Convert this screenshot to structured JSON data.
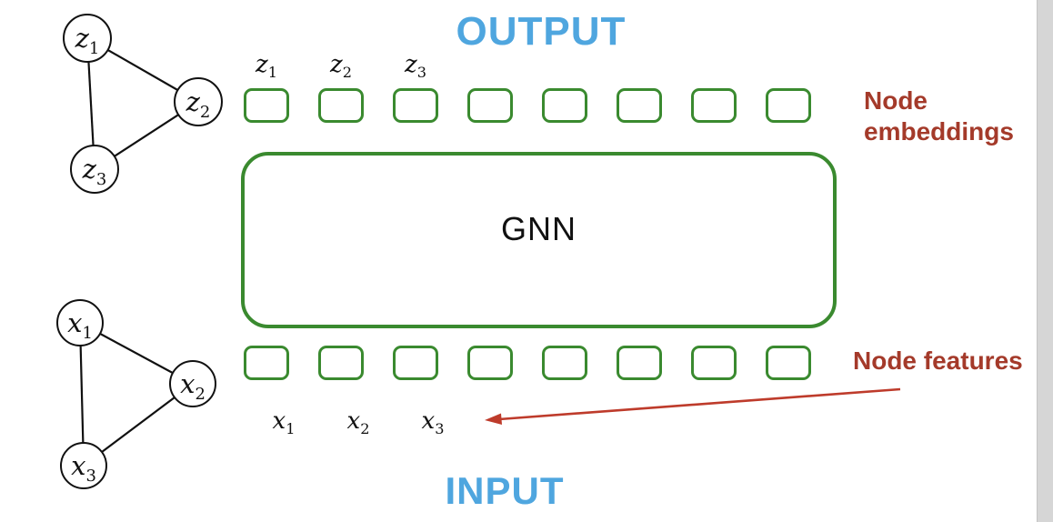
{
  "colors": {
    "blue": "#4FA6DF",
    "green": "#3A8A2F",
    "red": "#A43A2A",
    "arrow": "#BE3B2B",
    "edge": "#111111"
  },
  "labels": {
    "output": "OUTPUT",
    "input": "INPUT",
    "gnn": "GNN",
    "node_embeddings": "Node embeddings",
    "node_features": "Node features"
  },
  "rows": {
    "box_count": 8
  },
  "embedding_labels": [
    {
      "base": "z",
      "sub": "1"
    },
    {
      "base": "z",
      "sub": "2"
    },
    {
      "base": "z",
      "sub": "3"
    }
  ],
  "feature_labels": [
    {
      "base": "x",
      "sub": "1"
    },
    {
      "base": "x",
      "sub": "2"
    },
    {
      "base": "x",
      "sub": "3"
    }
  ],
  "output_graph": {
    "nodes": [
      {
        "base": "z",
        "sub": "1"
      },
      {
        "base": "z",
        "sub": "2"
      },
      {
        "base": "z",
        "sub": "3"
      }
    ]
  },
  "input_graph": {
    "nodes": [
      {
        "base": "x",
        "sub": "1"
      },
      {
        "base": "x",
        "sub": "2"
      },
      {
        "base": "x",
        "sub": "3"
      }
    ]
  }
}
